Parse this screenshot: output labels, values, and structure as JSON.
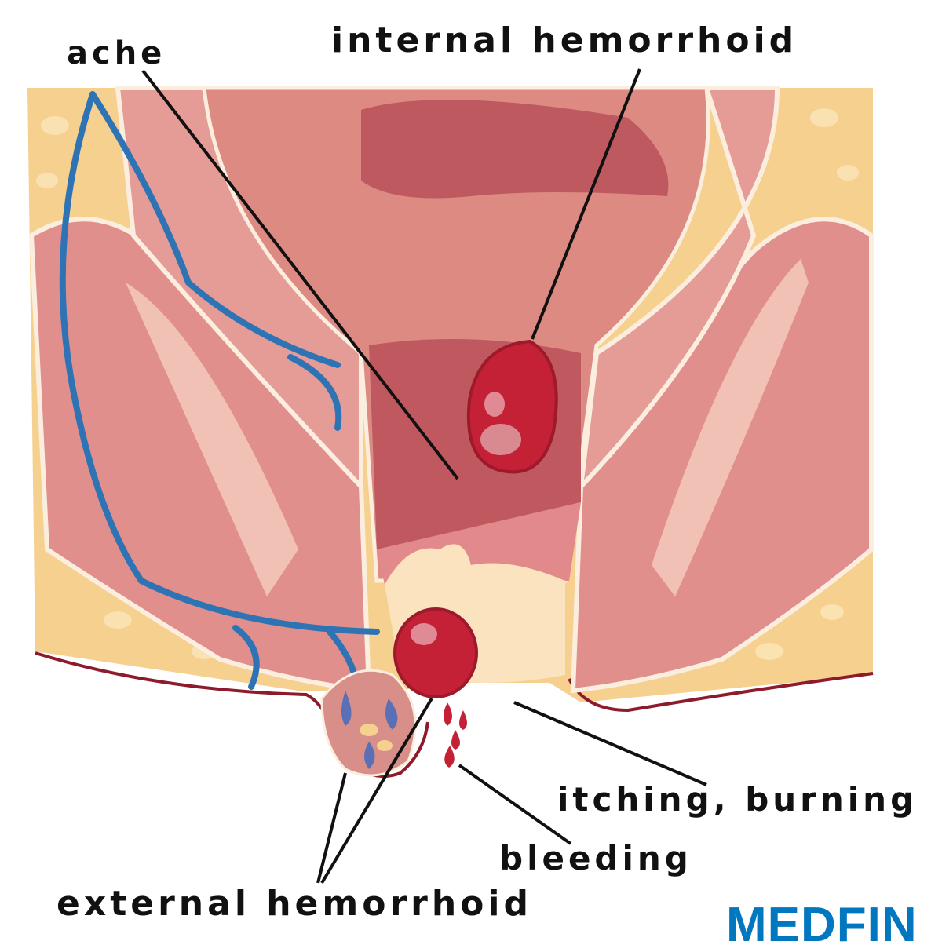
{
  "labels": {
    "ache": "ache",
    "internal": "internal hemorrhoid",
    "itching": "itching, burning",
    "bleeding": "bleeding",
    "external": "external hemorrhoid"
  },
  "logo": "MEDFIN",
  "colors": {
    "fat": "#f5d08f",
    "muscle": "#e08f8c",
    "rectum": "#c0595f",
    "hemorrhoid": "#c42036",
    "vein": "#2e74b5",
    "brand": "#0077bf"
  }
}
